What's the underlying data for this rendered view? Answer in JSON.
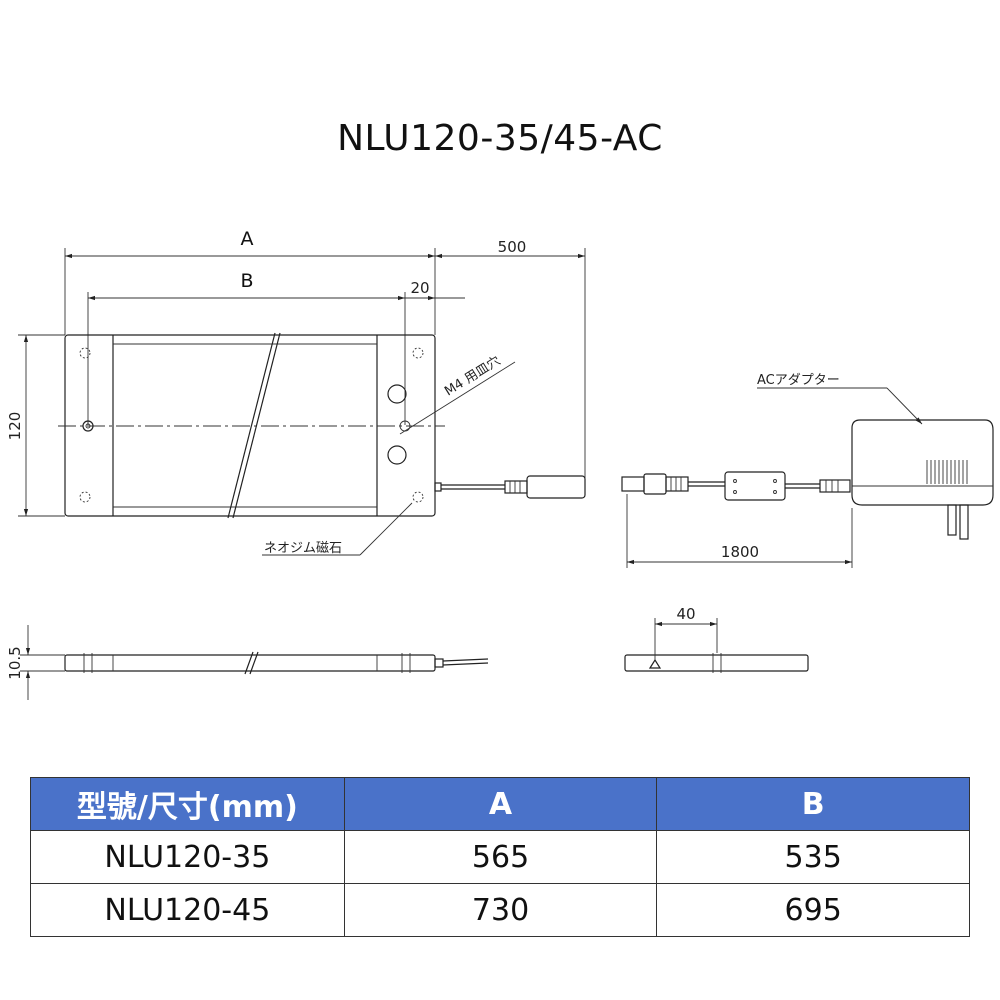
{
  "title": "NLU120-35/45-AC",
  "diagram": {
    "dim_a": "A",
    "dim_b": "B",
    "dim_500": "500",
    "dim_20": "20",
    "dim_120": "120",
    "dim_1800": "1800",
    "dim_10_5": "10.5",
    "dim_40": "40",
    "note_m4": "M4 用皿穴",
    "note_ac_adapter": "ACアダプター",
    "note_magnet": "ネオジム磁石"
  },
  "table": {
    "headers": [
      "型號/尺寸(mm)",
      "A",
      "B"
    ],
    "rows": [
      [
        "NLU120-35",
        "565",
        "535"
      ],
      [
        "NLU120-45",
        "730",
        "695"
      ]
    ]
  }
}
